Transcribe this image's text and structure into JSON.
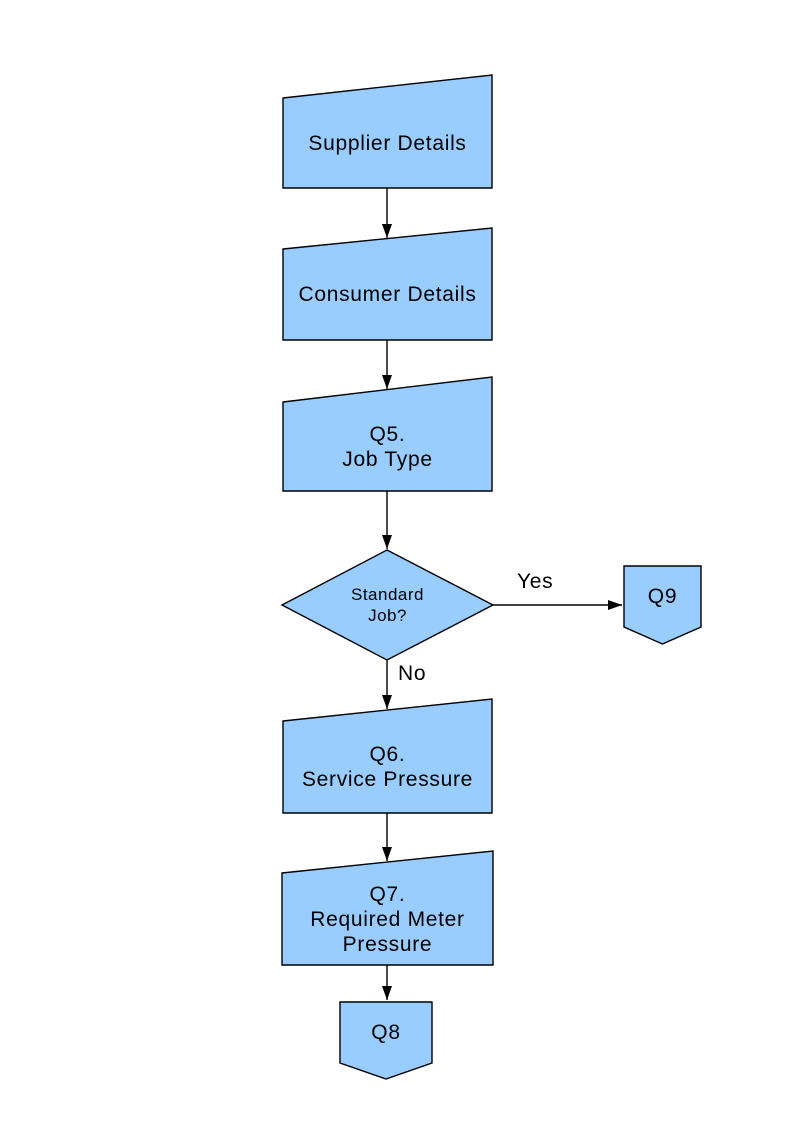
{
  "style": {
    "background": "#FFFFFF",
    "node_fill": "#99CCFF",
    "node_stroke": "#000000",
    "text_color": "#000000"
  },
  "nodes": {
    "supplier": {
      "label": "Supplier Details",
      "type": "manual-input"
    },
    "consumer": {
      "label": "Consumer Details",
      "type": "manual-input"
    },
    "q5": {
      "label": "Q5.\nJob Type",
      "type": "manual-input"
    },
    "decision": {
      "label": "Standard\nJob?",
      "type": "decision"
    },
    "q9": {
      "label": "Q9",
      "type": "off-page-connector"
    },
    "q6": {
      "label": "Q6.\nService Pressure",
      "type": "manual-input"
    },
    "q7": {
      "label": "Q7.\nRequired Meter\nPressure",
      "type": "manual-input"
    },
    "q8": {
      "label": "Q8",
      "type": "off-page-connector"
    }
  },
  "connections": [
    {
      "from": "supplier",
      "to": "consumer",
      "label": ""
    },
    {
      "from": "consumer",
      "to": "q5",
      "label": ""
    },
    {
      "from": "q5",
      "to": "decision",
      "label": ""
    },
    {
      "from": "decision",
      "to": "q9",
      "label": "Yes"
    },
    {
      "from": "decision",
      "to": "q6",
      "label": "No"
    },
    {
      "from": "q6",
      "to": "q7",
      "label": ""
    },
    {
      "from": "q7",
      "to": "q8",
      "label": ""
    }
  ]
}
